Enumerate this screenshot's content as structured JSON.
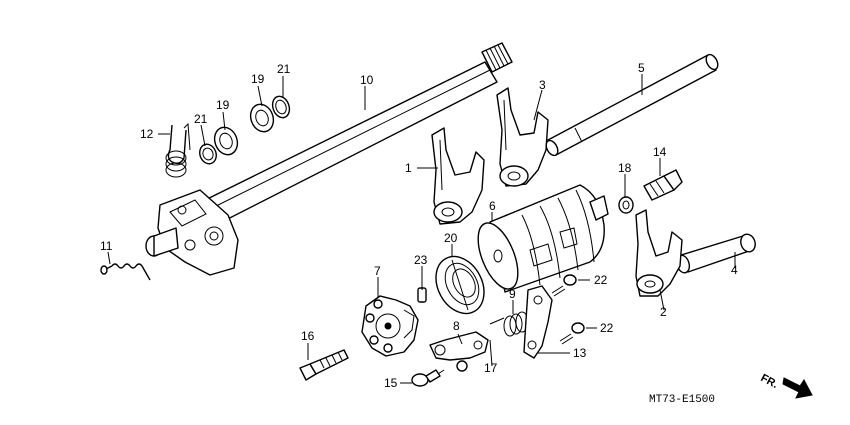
{
  "diagram": {
    "callouts": [
      {
        "id": "10",
        "text": "10"
      },
      {
        "id": "21a",
        "text": "21"
      },
      {
        "id": "19a",
        "text": "19"
      },
      {
        "id": "12",
        "text": "12"
      },
      {
        "id": "21b",
        "text": "21"
      },
      {
        "id": "19b",
        "text": "19"
      },
      {
        "id": "3",
        "text": "3"
      },
      {
        "id": "5",
        "text": "5"
      },
      {
        "id": "1",
        "text": "1"
      },
      {
        "id": "6",
        "text": "6"
      },
      {
        "id": "18",
        "text": "18"
      },
      {
        "id": "14",
        "text": "14"
      },
      {
        "id": "11",
        "text": "11"
      },
      {
        "id": "20",
        "text": "20"
      },
      {
        "id": "23",
        "text": "23"
      },
      {
        "id": "7",
        "text": "7"
      },
      {
        "id": "22a",
        "text": "22"
      },
      {
        "id": "4",
        "text": "4"
      },
      {
        "id": "9",
        "text": "9"
      },
      {
        "id": "2",
        "text": "2"
      },
      {
        "id": "8",
        "text": "8"
      },
      {
        "id": "22b",
        "text": "22"
      },
      {
        "id": "16",
        "text": "16"
      },
      {
        "id": "13",
        "text": "13"
      },
      {
        "id": "17",
        "text": "17"
      },
      {
        "id": "15",
        "text": "15"
      }
    ],
    "direction_label": "FR.",
    "drawing_code": "MT73-E1500"
  }
}
